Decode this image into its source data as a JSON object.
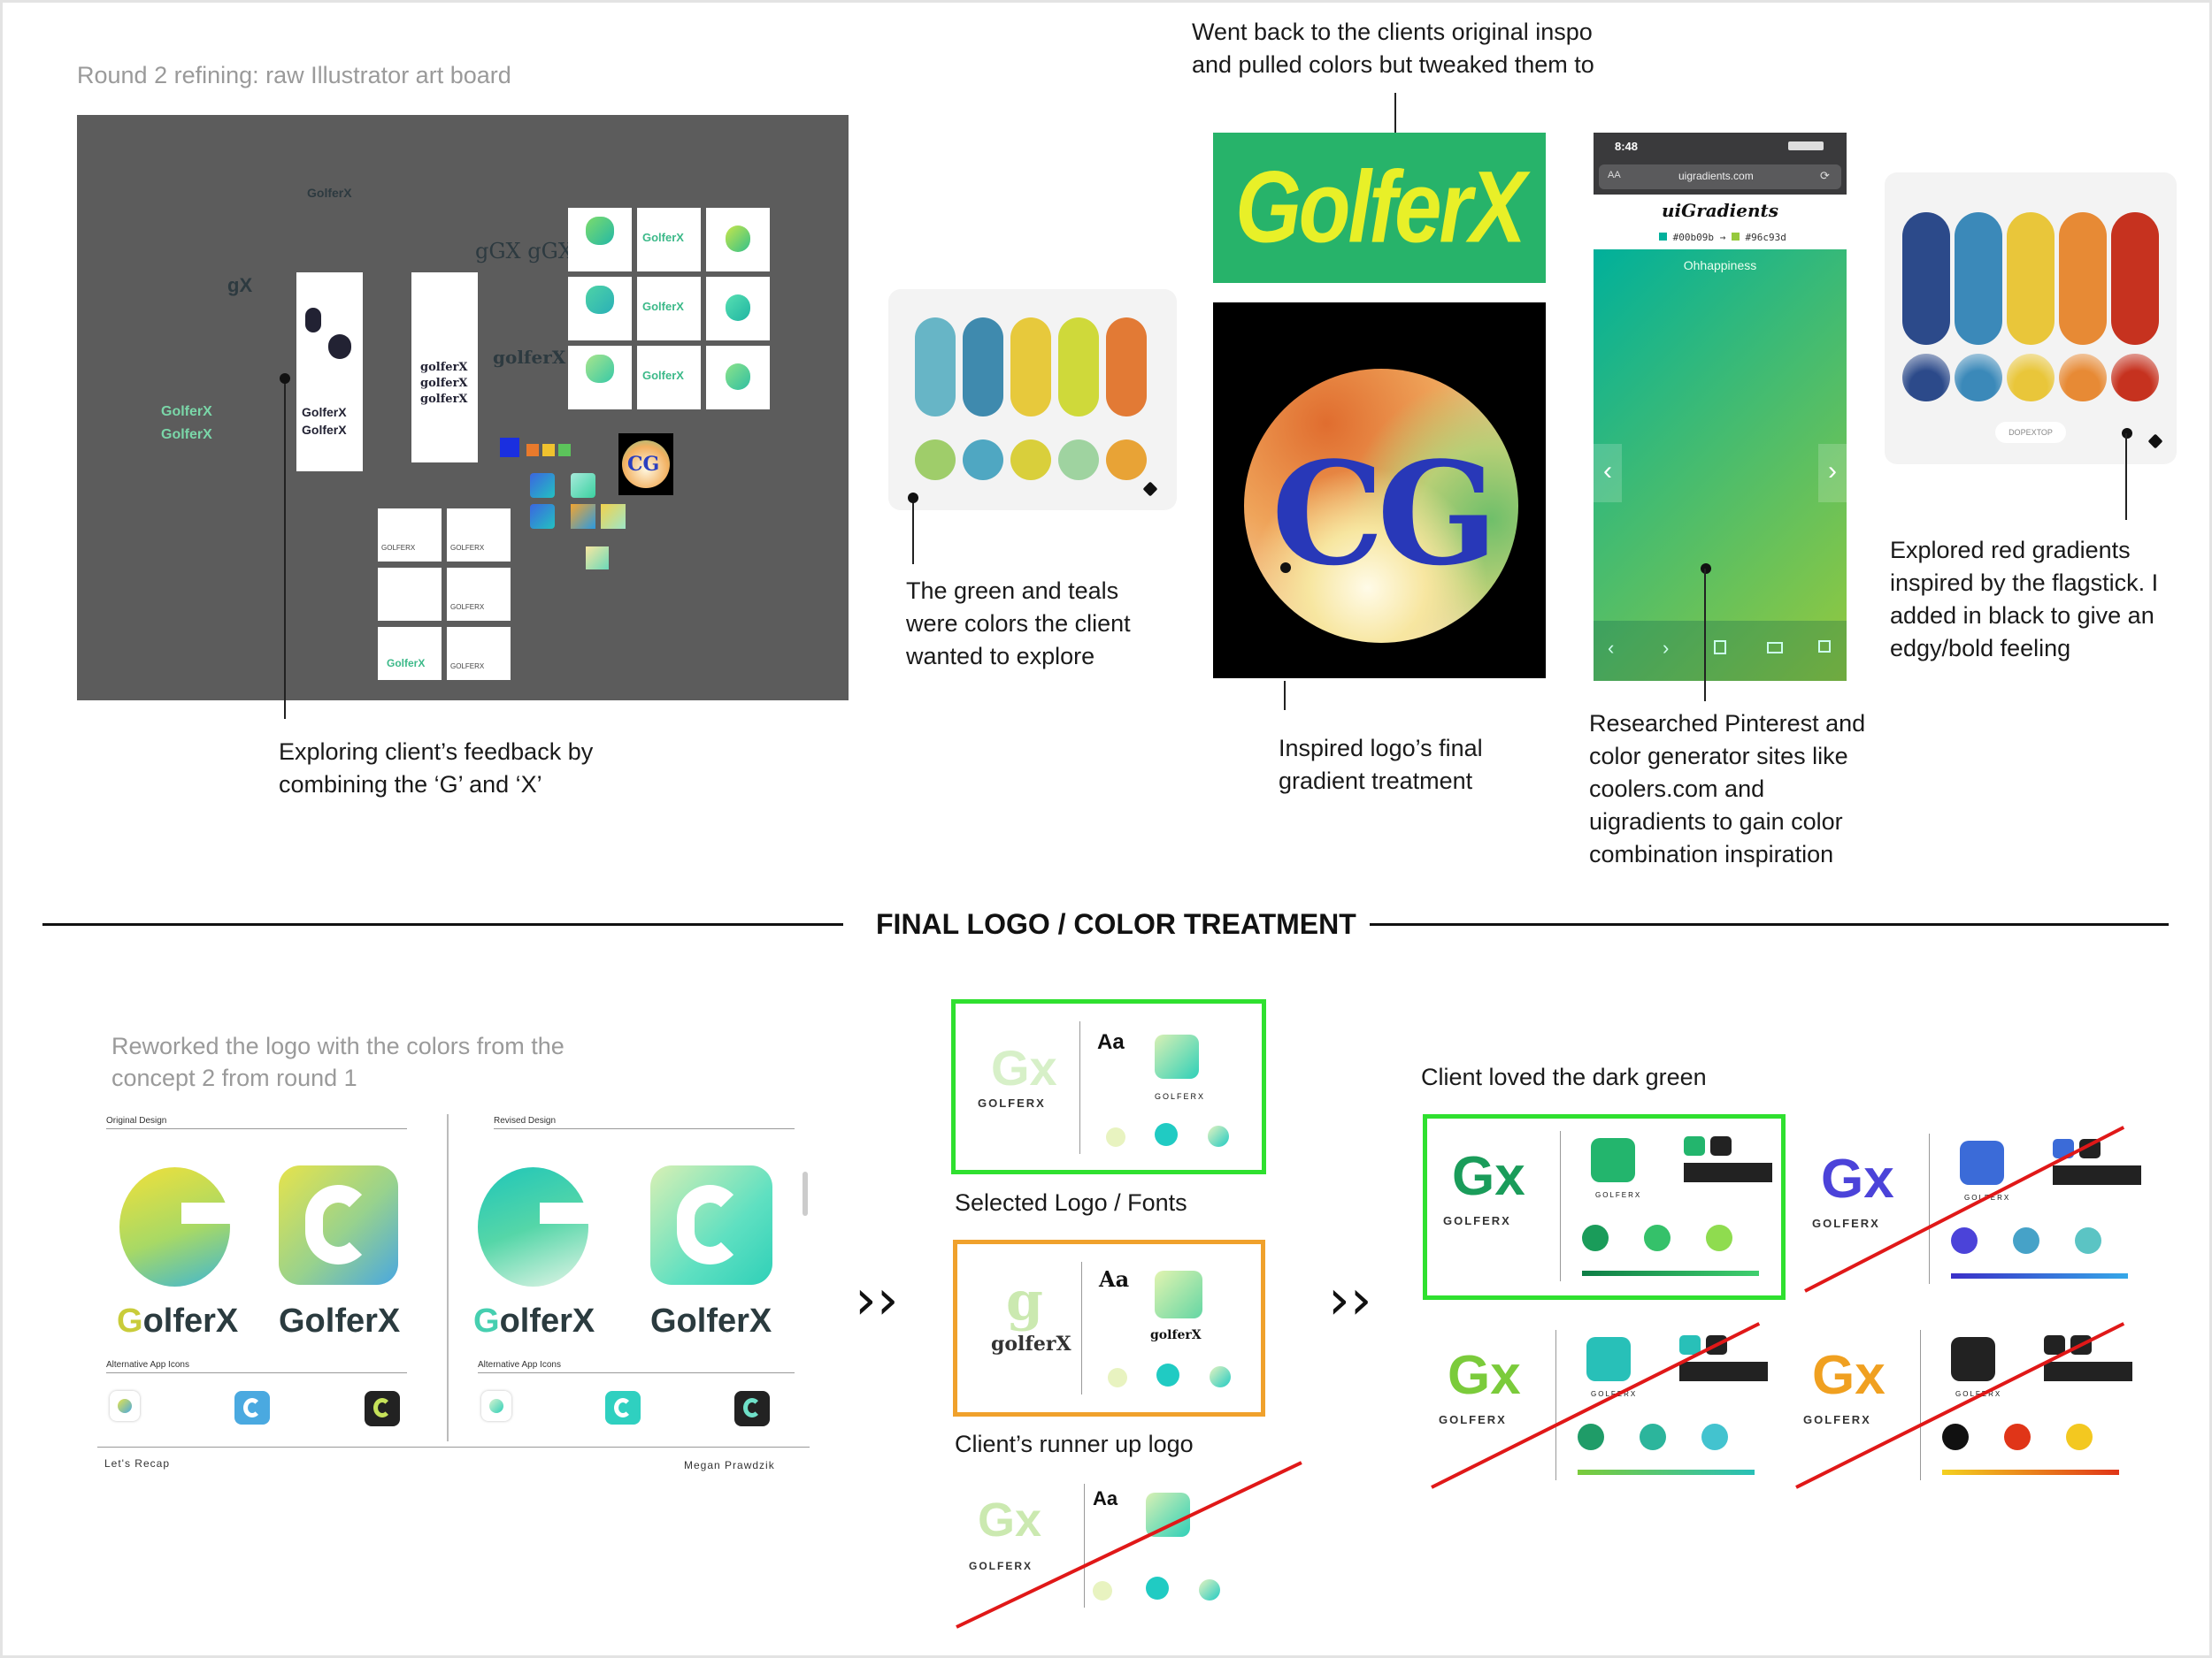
{
  "top_left": {
    "heading": "Round 2 refining: raw Illustrator art board",
    "caption_line1": "Exploring client’s feedback by",
    "caption_line2": "combining the ‘G’ and ‘X’",
    "artboard_labels": {
      "golferx": "GolferX",
      "cg": "CG",
      "gx": "gX",
      "ggx": "gGX gGX",
      "golferx_small": "golferX",
      "golferx_brand": "GOLFERX"
    }
  },
  "palette_teal": {
    "caption": [
      "The green and teals",
      "were colors the client",
      "wanted to explore"
    ],
    "pill_colors": [
      "#67b5c6",
      "#3f8aae",
      "#e7c93c",
      "#cfd93a",
      "#e27a35"
    ],
    "circle_colors": [
      "#9fcd6a",
      "#4fa7c2",
      "#d9cf3b",
      "#9fd3a0",
      "#e8a336"
    ]
  },
  "inspo": {
    "top_caption": [
      "Went back to the clients original inspo",
      "and pulled colors but tweaked them to"
    ],
    "golferx_logo": "GolferX",
    "cg_logo": "CG",
    "caption": [
      "Inspired logo’s final",
      "gradient treatment"
    ]
  },
  "phone": {
    "time": "8:48",
    "url": "uigradients.com",
    "aa": "AA",
    "site_title": "uiGradients",
    "hex_from": "#00b09b",
    "hex_arrow": "→",
    "hex_to": "#96c93d",
    "gradient_name": "Ohhappiness",
    "prev_icon": "‹",
    "next_icon": "›",
    "caption": [
      "Researched Pinterest and",
      "color generator sites like",
      "coolers.com and",
      "uigradients to gain color",
      "combination inspiration"
    ]
  },
  "palette_red": {
    "button_label": "DOPEXTOP",
    "pill_colors": [
      "#2c4a8a",
      "#3b89b9",
      "#e9c63a",
      "#e78a35",
      "#c6321f"
    ],
    "caption": [
      "Explored red gradients",
      "inspired by the flagstick. I",
      "added in black to give an",
      "edgy/bold feeling"
    ]
  },
  "section": {
    "title": "FINAL LOGO / COLOR TREATMENT"
  },
  "rework": {
    "heading": [
      "Reworked the logo with the colors from the",
      "concept 2 from round 1"
    ],
    "original_label": "Original Design",
    "revised_label": "Revised Design",
    "golferx_word": "GolferX",
    "olferx_word": "olferX",
    "alt_icons_label": "Alternative App Icons",
    "recap": "Let's Recap",
    "author": "Megan Prawdzik"
  },
  "selection": {
    "arrow": "››",
    "selected_caption": "Selected Logo / Fonts",
    "runner_caption": "Client’s runner up logo",
    "font_sample": "Aa",
    "golferx_brand": "GOLFERX",
    "gx_mark": "Gx",
    "g_mark": "g",
    "golferx_word": "golferX",
    "selected_color": "#2fe02f",
    "runner_color": "#f0a12c"
  },
  "final": {
    "caption": "Client loved the dark green",
    "golferx_brand": "GOLFERX",
    "gx_mark": "Gx",
    "loved_color": "#2fe02f",
    "reject_color": "#e01818"
  }
}
